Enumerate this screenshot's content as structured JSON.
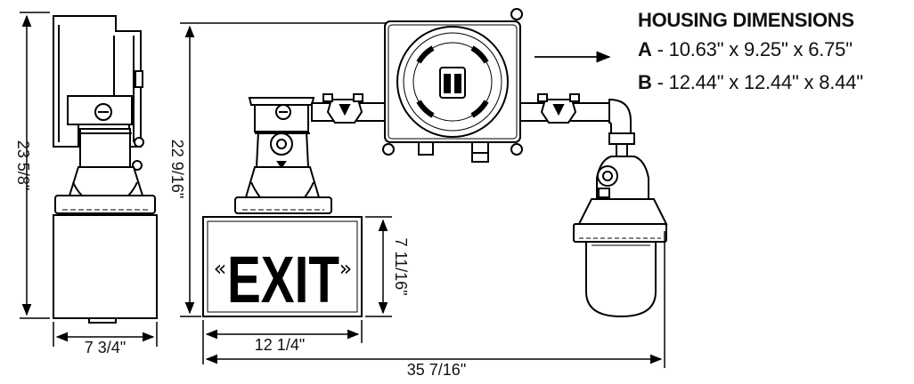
{
  "housing": {
    "title": "HOUSING DIMENSIONS",
    "rows": [
      {
        "letter": "A",
        "text": " - 10.63\" x 9.25\" x 6.75\""
      },
      {
        "letter": "B",
        "text": " - 12.44\" x 12.44\" x 8.44\""
      }
    ]
  },
  "dimensions": {
    "side_height": "23 5/8\"",
    "side_width": "7 3/4\"",
    "front_height": "22 9/16\"",
    "sign_height": "7 11/16\"",
    "sign_width": "12 1/4\"",
    "total_width": "35 7/16\""
  },
  "sign": {
    "text": "EXIT",
    "chevron_left": "«",
    "chevron_right": "»"
  },
  "colors": {
    "line": "#000000",
    "background": "#ffffff"
  }
}
